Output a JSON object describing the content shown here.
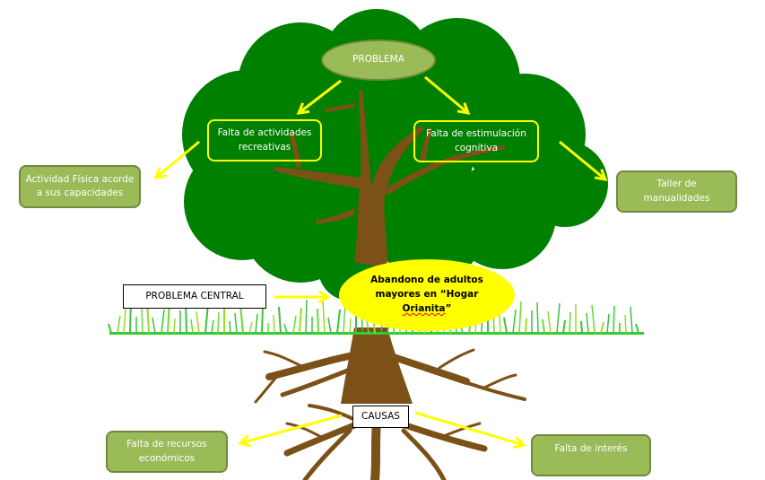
{
  "diagram": {
    "type": "problem-tree",
    "colors": {
      "crown": "#008000",
      "trunk": "#7b5117",
      "arrow": "#ffff00",
      "box_fill": "#9bbb59",
      "box_border": "#71893f",
      "grass": "#33cc33",
      "central_fill": "#ffff00"
    },
    "top_node": {
      "label": "PROBLEMA"
    },
    "effects": [
      {
        "label_line1": "Falta de actividades",
        "label_line2": "recreativas"
      },
      {
        "label_line1": "Falta de estimulación",
        "label_line2": "cognitiva"
      }
    ],
    "solutions": [
      {
        "label_line1": "Actividad Física acorde",
        "label_line2": "a sus capacidades"
      },
      {
        "label_line1": "Taller de",
        "label_line2": "manualidades"
      }
    ],
    "central_label": "PROBLEMA CENTRAL",
    "central_problem": {
      "line1": "Abandono  de adultos",
      "line2": "mayores en “Hogar",
      "line3_word": "Orianita",
      "line3_tail": "”"
    },
    "causes_label": "CAUSAS",
    "causes": [
      {
        "label_line1": "Falta de recursos",
        "label_line2": "económicos"
      },
      {
        "label_line1": "Falta de interés",
        "label_line2": ""
      }
    ]
  }
}
